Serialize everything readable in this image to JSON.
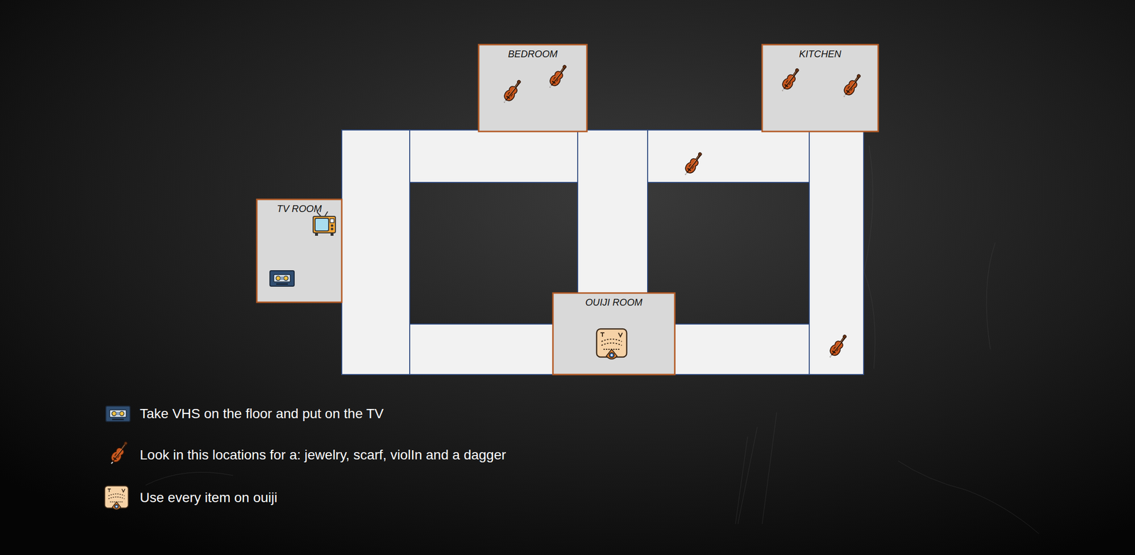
{
  "diagram": {
    "nodes": [
      {
        "text": [
          "BEDROOM"
        ]
      },
      {
        "text": [
          "KITCHEN"
        ]
      },
      {
        "text": [
          "TV ROOM"
        ]
      },
      {
        "text": [
          "OUIJI ROOM"
        ]
      }
    ],
    "legend": [
      {
        "text": "Take VHS on the floor and put on the TV"
      },
      {
        "text": "Look in this locations for a: jewelry, scarf, violIn and a dagger"
      },
      {
        "text": "Use every item on ouiji"
      }
    ]
  }
}
